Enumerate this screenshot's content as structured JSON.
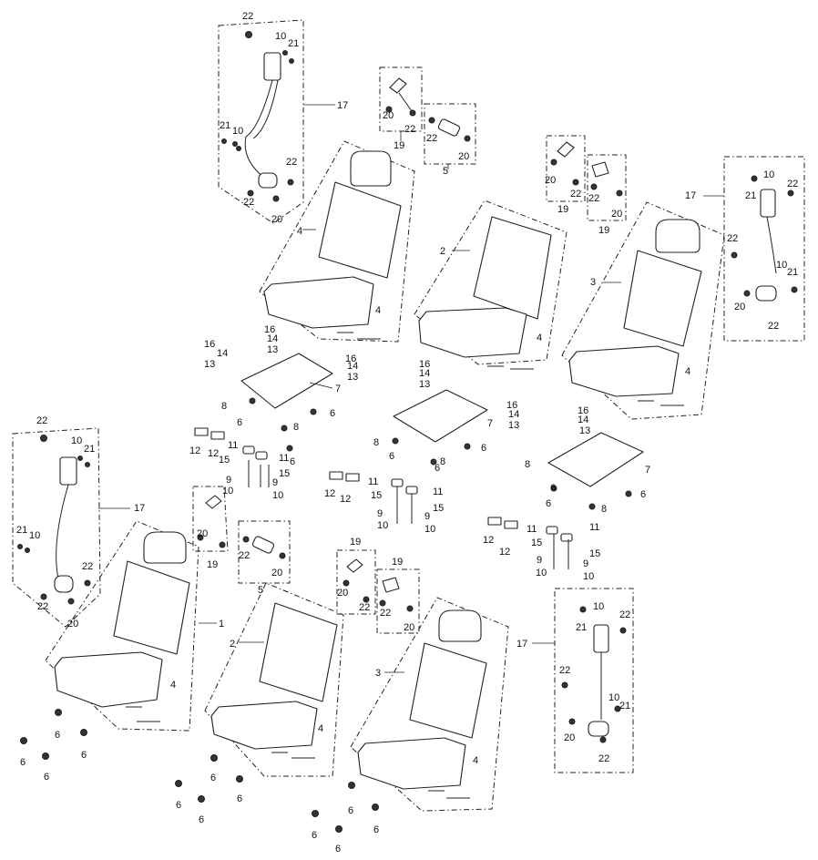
{
  "title": "",
  "callouts": [
    {
      "label": "22"
    },
    {
      "label": "10"
    },
    {
      "label": "21"
    },
    {
      "label": "17"
    },
    {
      "label": "21"
    },
    {
      "label": "10"
    },
    {
      "label": "22"
    },
    {
      "label": "22"
    },
    {
      "label": "20"
    },
    {
      "label": "20"
    },
    {
      "label": "22"
    },
    {
      "label": "19"
    },
    {
      "label": "22"
    },
    {
      "label": "20"
    },
    {
      "label": "5"
    },
    {
      "label": "4"
    },
    {
      "label": "4"
    },
    {
      "label": "20"
    },
    {
      "label": "22"
    },
    {
      "label": "19"
    },
    {
      "label": "22"
    },
    {
      "label": "20"
    },
    {
      "label": "19"
    },
    {
      "label": "17"
    },
    {
      "label": "10"
    },
    {
      "label": "21"
    },
    {
      "label": "22"
    },
    {
      "label": "22"
    },
    {
      "label": "10"
    },
    {
      "label": "21"
    },
    {
      "label": "20"
    },
    {
      "label": "22"
    },
    {
      "label": "2"
    },
    {
      "label": "4"
    },
    {
      "label": "3"
    },
    {
      "label": "4"
    },
    {
      "label": "16"
    },
    {
      "label": "14"
    },
    {
      "label": "13"
    },
    {
      "label": "16"
    },
    {
      "label": "14"
    },
    {
      "label": "13"
    },
    {
      "label": "7"
    },
    {
      "label": "8"
    },
    {
      "label": "6"
    },
    {
      "label": "6"
    },
    {
      "label": "8"
    },
    {
      "label": "6"
    },
    {
      "label": "12"
    },
    {
      "label": "12"
    },
    {
      "label": "15"
    },
    {
      "label": "11"
    },
    {
      "label": "11"
    },
    {
      "label": "15"
    },
    {
      "label": "9"
    },
    {
      "label": "10"
    },
    {
      "label": "9"
    },
    {
      "label": "10"
    },
    {
      "label": "16"
    },
    {
      "label": "14"
    },
    {
      "label": "13"
    },
    {
      "label": "16"
    },
    {
      "label": "14"
    },
    {
      "label": "13"
    },
    {
      "label": "7"
    },
    {
      "label": "8"
    },
    {
      "label": "6"
    },
    {
      "label": "6"
    },
    {
      "label": "8"
    },
    {
      "label": "6"
    },
    {
      "label": "12"
    },
    {
      "label": "12"
    },
    {
      "label": "11"
    },
    {
      "label": "15"
    },
    {
      "label": "11"
    },
    {
      "label": "15"
    },
    {
      "label": "9"
    },
    {
      "label": "10"
    },
    {
      "label": "9"
    },
    {
      "label": "10"
    },
    {
      "label": "16"
    },
    {
      "label": "14"
    },
    {
      "label": "13"
    },
    {
      "label": "16"
    },
    {
      "label": "14"
    },
    {
      "label": "13"
    },
    {
      "label": "7"
    },
    {
      "label": "8"
    },
    {
      "label": "6"
    },
    {
      "label": "6"
    },
    {
      "label": "8"
    },
    {
      "label": "6"
    },
    {
      "label": "12"
    },
    {
      "label": "12"
    },
    {
      "label": "11"
    },
    {
      "label": "15"
    },
    {
      "label": "11"
    },
    {
      "label": "15"
    },
    {
      "label": "9"
    },
    {
      "label": "10"
    },
    {
      "label": "9"
    },
    {
      "label": "10"
    },
    {
      "label": "22"
    },
    {
      "label": "10"
    },
    {
      "label": "21"
    },
    {
      "label": "17"
    },
    {
      "label": "21"
    },
    {
      "label": "10"
    },
    {
      "label": "22"
    },
    {
      "label": "22"
    },
    {
      "label": "20"
    },
    {
      "label": "20"
    },
    {
      "label": "19"
    },
    {
      "label": "22"
    },
    {
      "label": "20"
    },
    {
      "label": "5"
    },
    {
      "label": "1"
    },
    {
      "label": "4"
    },
    {
      "label": "2"
    },
    {
      "label": "4"
    },
    {
      "label": "19"
    },
    {
      "label": "20"
    },
    {
      "label": "22"
    },
    {
      "label": "19"
    },
    {
      "label": "22"
    },
    {
      "label": "20"
    },
    {
      "label": "3"
    },
    {
      "label": "4"
    },
    {
      "label": "10"
    },
    {
      "label": "22"
    },
    {
      "label": "21"
    },
    {
      "label": "17"
    },
    {
      "label": "22"
    },
    {
      "label": "10"
    },
    {
      "label": "21"
    },
    {
      "label": "20"
    },
    {
      "label": "22"
    },
    {
      "label": "6"
    },
    {
      "label": "6"
    },
    {
      "label": "6"
    },
    {
      "label": "6"
    },
    {
      "label": "6"
    },
    {
      "label": "6"
    },
    {
      "label": "6"
    },
    {
      "label": "6"
    },
    {
      "label": "6"
    },
    {
      "label": "6"
    },
    {
      "label": "6"
    },
    {
      "label": "6"
    }
  ]
}
